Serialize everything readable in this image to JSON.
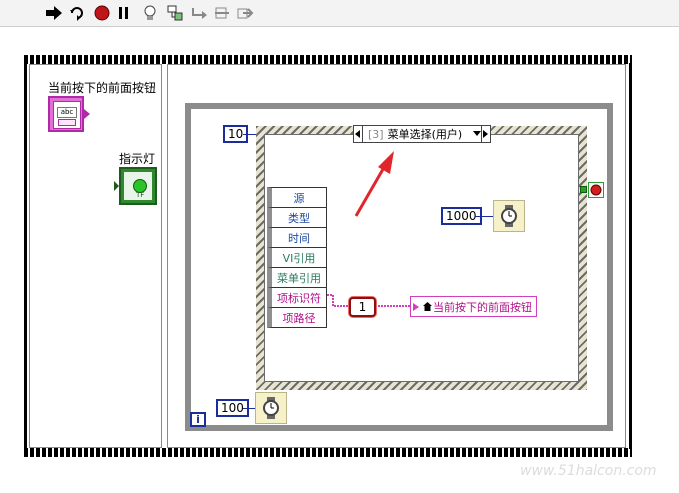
{
  "controls": {
    "string_control_label": "当前按下的前面按钮",
    "string_icon_text": "abc",
    "indicator_label": "指示灯",
    "indicator_icon_text": "TF"
  },
  "diagram": {
    "loop_count_constant": "10",
    "wait_constant_inner": "1000",
    "wait_constant_outer": "100",
    "iteration_terminal": "i",
    "event_selector": {
      "index": "[3]",
      "label": "菜单选择(用户)"
    },
    "event_data_items": [
      {
        "label": "源"
      },
      {
        "label": "类型"
      },
      {
        "label": "时间"
      },
      {
        "label": "VI引用"
      },
      {
        "label": "菜单引用"
      },
      {
        "label": "项标识符"
      },
      {
        "label": "项路径"
      }
    ],
    "index_constant": "1",
    "local_variable_label": "当前按下的前面按钮"
  },
  "colors": {
    "string_wire": "#d03fc0",
    "numeric_border": "#1b2d9a",
    "arrow": "#e0262b",
    "stop_terminal": "#d21e1e"
  },
  "watermark": "www.51halcon.com"
}
